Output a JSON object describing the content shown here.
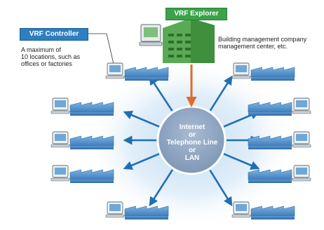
{
  "diagram": {
    "controller_label": "VRF Controller",
    "explorer_label": "VRF Explorer",
    "controller_note": [
      "A maximum of",
      "10 locations, such as",
      "offices or factories"
    ],
    "explorer_note": [
      "Building management company",
      "management center, etc."
    ],
    "network_lines": [
      "Internet",
      "or",
      "Telephone Line",
      "or",
      "LAN"
    ]
  },
  "colors": {
    "controller_badge": "#2c7fc0",
    "explorer_badge": "#3aa24a",
    "network_circle": "#8ea4c0",
    "arrow_blue": "#1f6fb4",
    "arrow_orange": "#e06a2c",
    "building_green": "#5aaa55",
    "factory_blue": "#4f8fc8"
  },
  "icons": {
    "site": "factory-with-computer-icon",
    "center": "office-building-icon"
  }
}
